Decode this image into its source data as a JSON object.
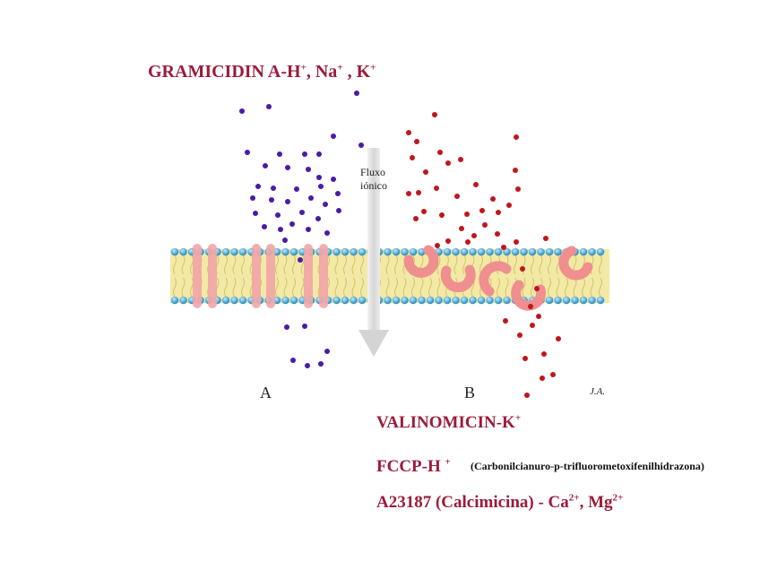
{
  "labels": {
    "gramicidin_main": "GRAMICIDIN A-H",
    "gramicidin_sup1": "+",
    "gramicidin_mid1": ", Na",
    "gramicidin_sup2": "+",
    "gramicidin_mid2": " , K",
    "gramicidin_sup3": "+",
    "valinomicin_main": "VALINOMICIN-K",
    "valinomicin_sup": "+",
    "fccp_main": "FCCP-H ",
    "fccp_sup": "+",
    "fccp_note": "(Carbonilcianuro-p-trifluorometoxifenilhidrazona)",
    "a23_main": "A23187 (Calcimicina) - Ca",
    "a23_sup1": "2+",
    "a23_mid": ", Mg",
    "a23_sup2": "2+"
  },
  "figure": {
    "flux_line1": "Fluxo",
    "flux_line2": "iónico",
    "panel_a": "A",
    "panel_b": "B",
    "signature": "J.A."
  },
  "colors": {
    "title": "#9b1b3a",
    "ion_a": "#4b1aa8",
    "ion_b": "#c0161c",
    "membrane_core": "#f3e9a6",
    "head_group": "#2a8fc0",
    "channel": "#f2a6a8",
    "arrow": "#dcdcdc"
  }
}
